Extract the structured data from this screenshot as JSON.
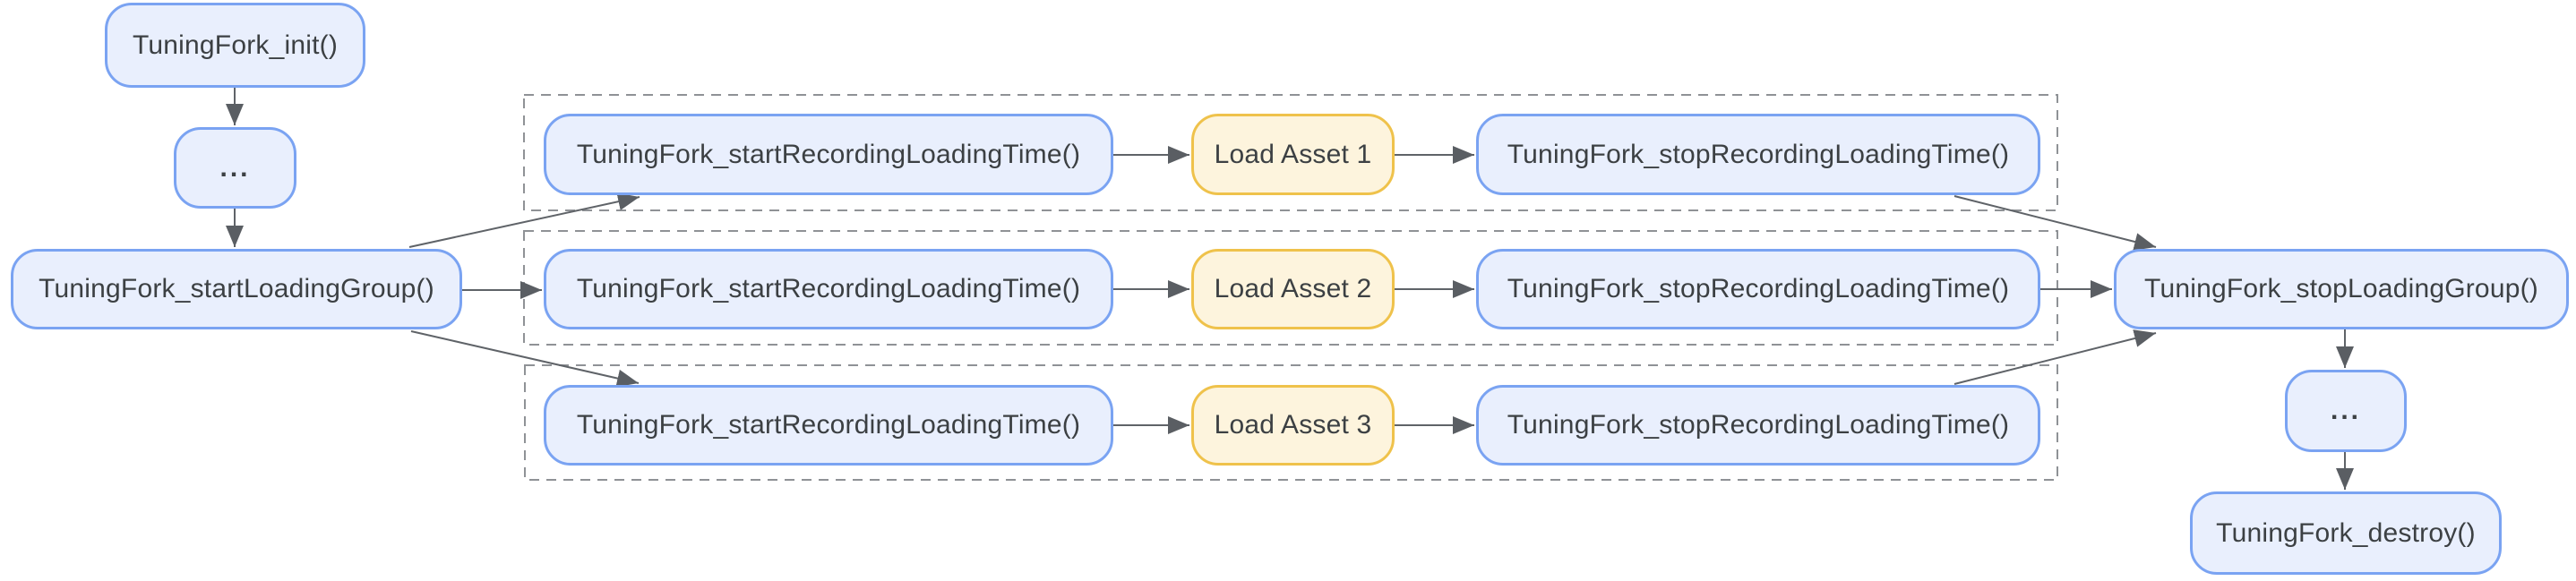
{
  "diagram": {
    "nodes": {
      "init": "TuningFork_init()",
      "ellipsis_left": "...",
      "start_loading_group": "TuningFork_startLoadingGroup()",
      "stop_loading_group": "TuningFork_stopLoadingGroup()",
      "ellipsis_right": "...",
      "destroy": "TuningFork_destroy()"
    },
    "rows": [
      {
        "start_recording": "TuningFork_startRecordingLoadingTime()",
        "load_asset": "Load Asset 1",
        "stop_recording": "TuningFork_stopRecordingLoadingTime()"
      },
      {
        "start_recording": "TuningFork_startRecordingLoadingTime()",
        "load_asset": "Load Asset 2",
        "stop_recording": "TuningFork_stopRecordingLoadingTime()"
      },
      {
        "start_recording": "TuningFork_startRecordingLoadingTime()",
        "load_asset": "Load Asset 3",
        "stop_recording": "TuningFork_stopRecordingLoadingTime()"
      }
    ],
    "colors": {
      "api_node_fill": "#e9effd",
      "api_node_border": "#7aa3f2",
      "asset_node_fill": "#fdf4dd",
      "asset_node_border": "#efc24b",
      "arrow": "#5f6368",
      "dashed_group_border": "#8f9296",
      "text": "#3c4043",
      "background": "#ffffff"
    }
  }
}
